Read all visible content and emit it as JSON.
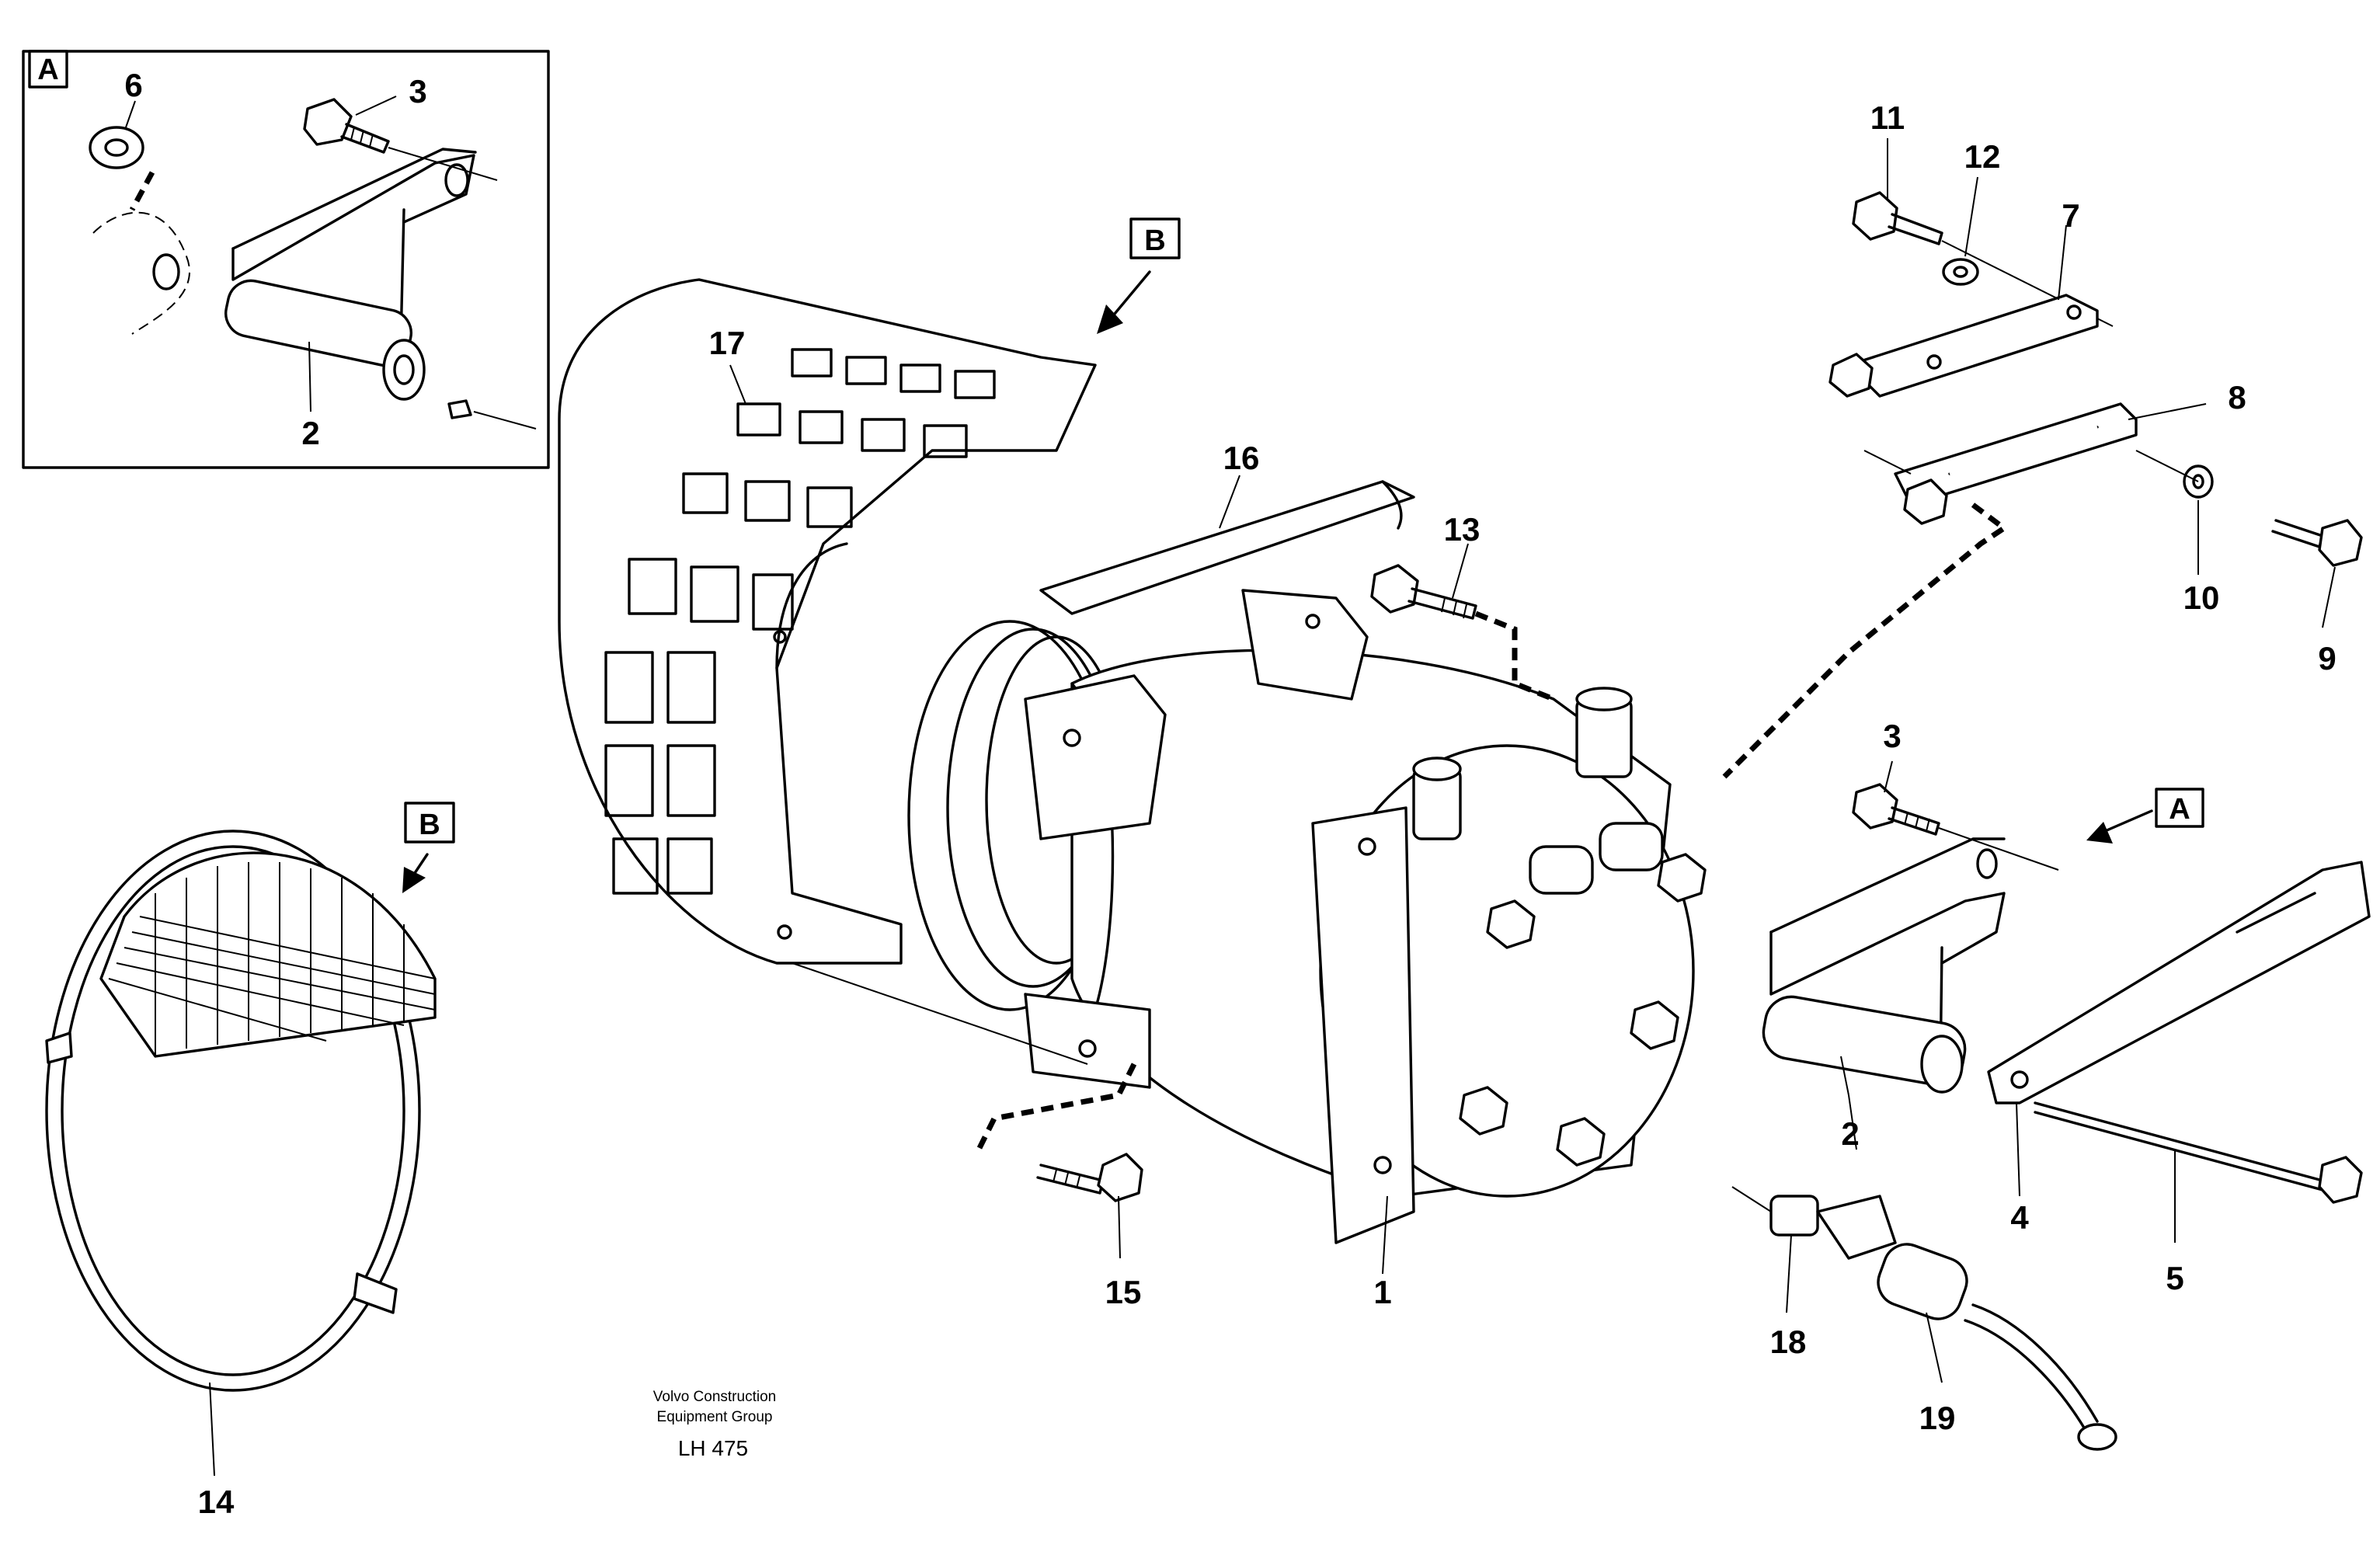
{
  "callouts": {
    "c1": "1",
    "c2": "2",
    "c3": "3",
    "c4": "4",
    "c5": "5",
    "c6": "6",
    "c7": "7",
    "c8": "8",
    "c9": "9",
    "c10": "10",
    "c11": "11",
    "c12": "12",
    "c13": "13",
    "c14": "14",
    "c15": "15",
    "c16": "16",
    "c17": "17",
    "c18": "18",
    "c19": "19"
  },
  "view_markers": {
    "a": "A",
    "b": "B"
  },
  "credit": {
    "line1": "Volvo Construction",
    "line2": "Equipment Group",
    "code": "LH 475"
  }
}
